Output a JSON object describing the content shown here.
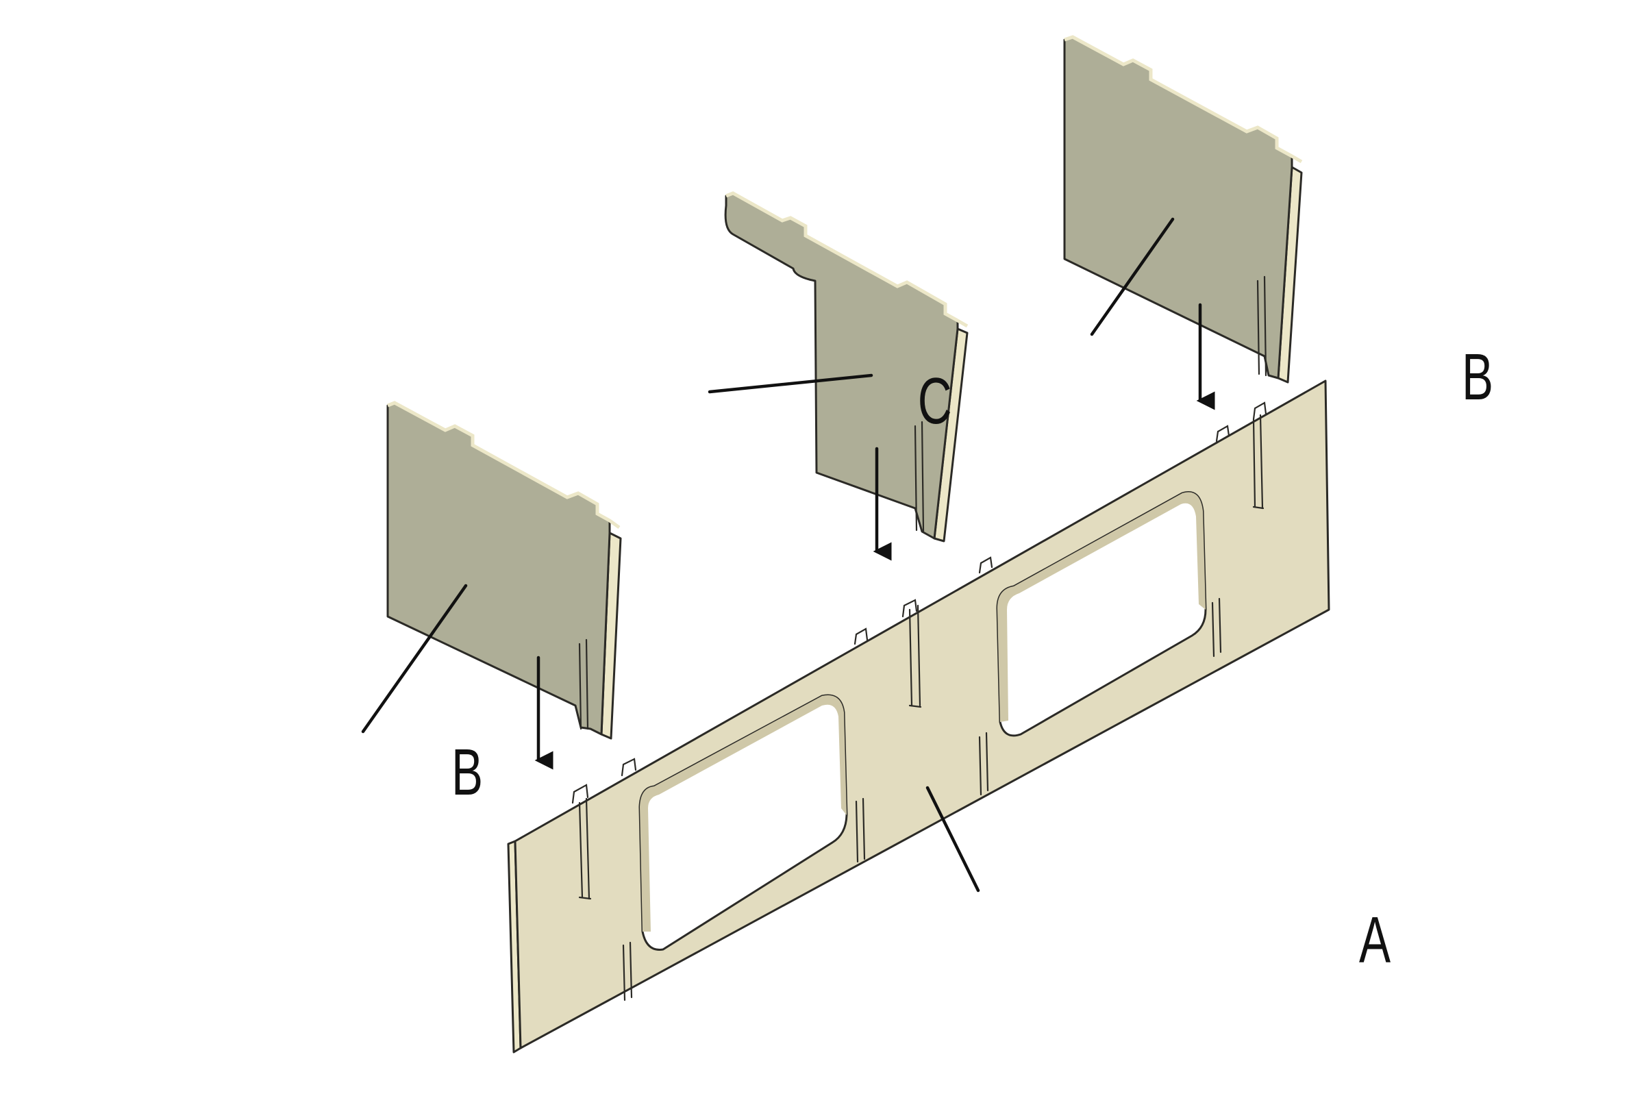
{
  "labels": {
    "left_b": "B",
    "center_c": "C",
    "right_b": "B",
    "base_a": "A"
  },
  "colors": {
    "base_panel": "#e2dcbf",
    "divider_panel": "#aeae97",
    "edge_light": "#ece7c8",
    "outline": "#2b2a26",
    "label": "#111111"
  }
}
